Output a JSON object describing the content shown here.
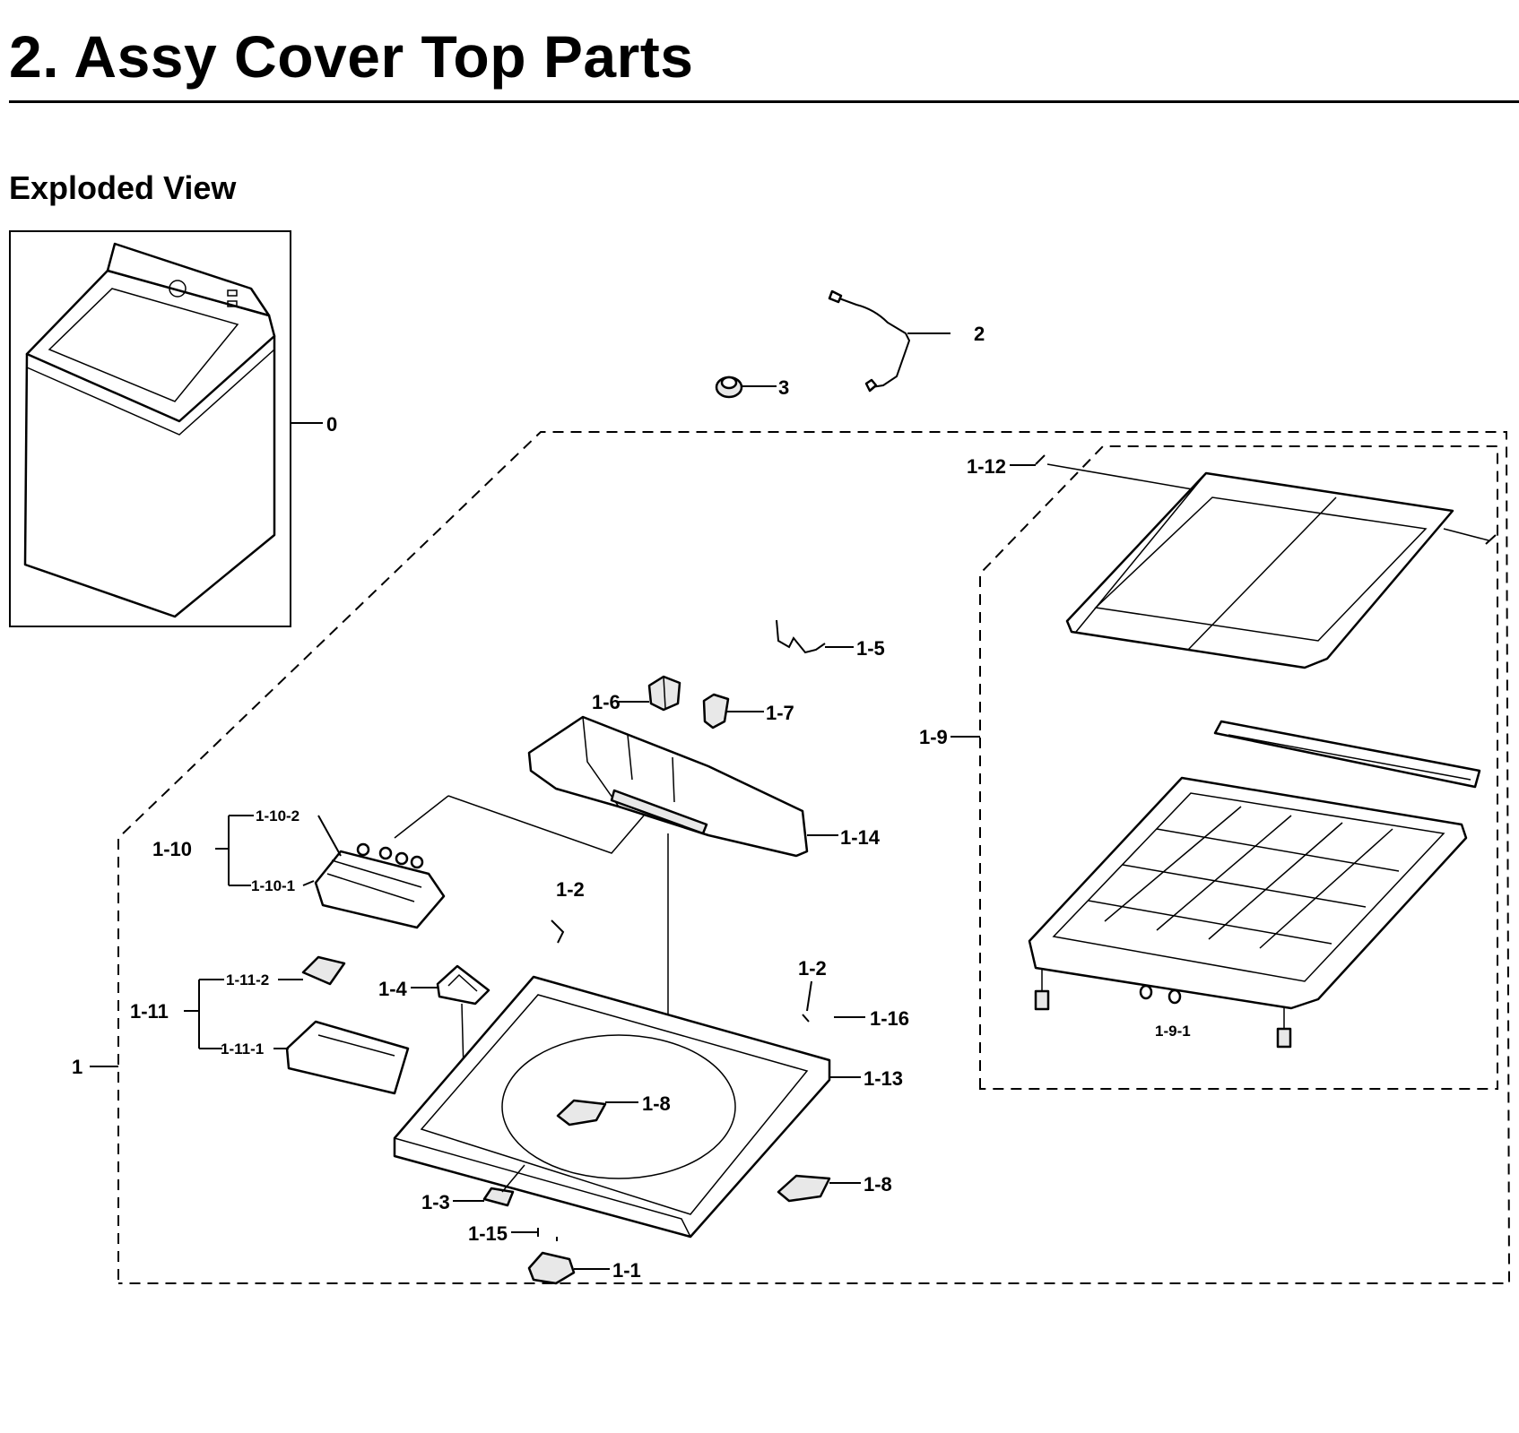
{
  "title": "2.  Assy Cover Top Parts",
  "section_heading": "Exploded View",
  "labels": {
    "l0": "0",
    "l1": "1",
    "l2": "2",
    "l3": "3",
    "l1_1": "1-1",
    "l1_2a": "1-2",
    "l1_2b": "1-2",
    "l1_3": "1-3",
    "l1_4": "1-4",
    "l1_5": "1-5",
    "l1_6": "1-6",
    "l1_7": "1-7",
    "l1_8a": "1-8",
    "l1_8b": "1-8",
    "l1_9": "1-9",
    "l1_9_1": "1-9-1",
    "l1_10": "1-10",
    "l1_10_1": "1-10-1",
    "l1_10_2": "1-10-2",
    "l1_11": "1-11",
    "l1_11_1": "1-11-1",
    "l1_11_2": "1-11-2",
    "l1_12": "1-12",
    "l1_13": "1-13",
    "l1_14": "1-14",
    "l1_15": "1-15",
    "l1_16": "1-16"
  }
}
